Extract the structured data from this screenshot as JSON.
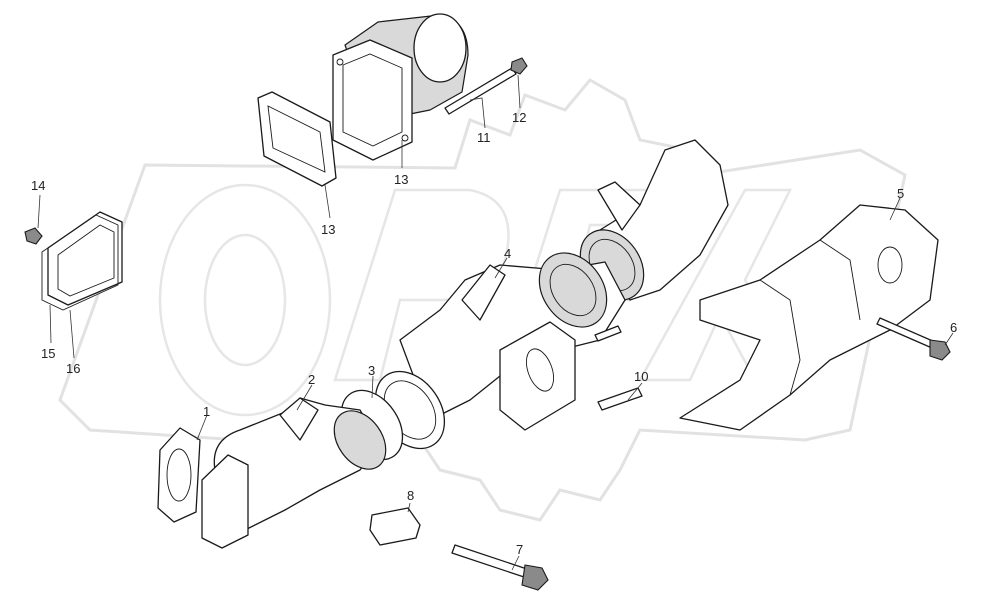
{
  "diagram": {
    "watermark": "ORFX",
    "callouts": {
      "c1": "1",
      "c2": "2",
      "c3": "3",
      "c4": "4",
      "c5": "5",
      "c6": "6",
      "c7": "7",
      "c8": "8",
      "c10": "10",
      "c11": "11",
      "c12": "12",
      "c13a": "13",
      "c13b": "13",
      "c14": "14",
      "c15": "15",
      "c16": "16"
    }
  }
}
